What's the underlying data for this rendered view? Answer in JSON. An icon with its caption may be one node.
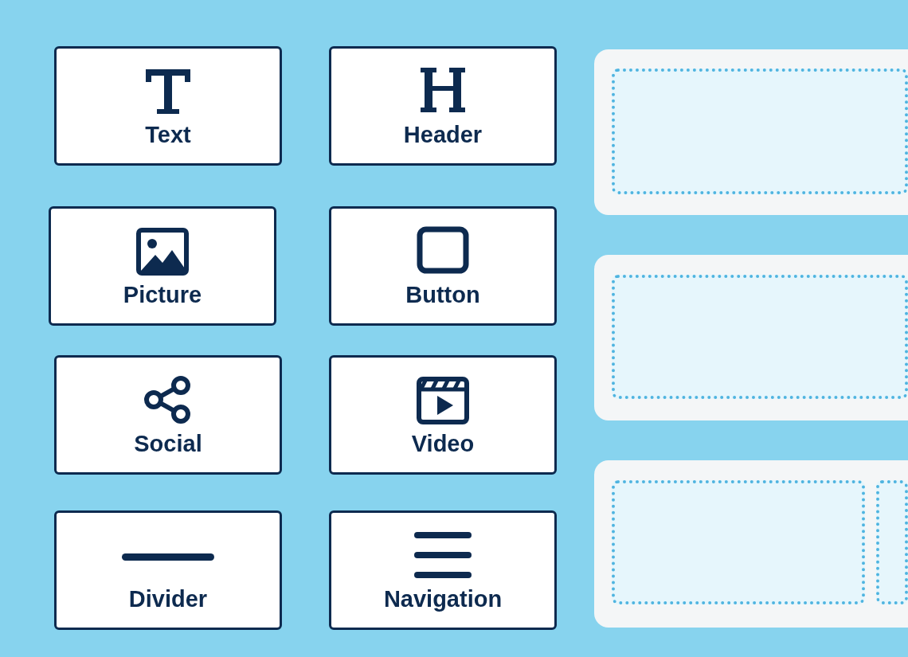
{
  "diagram": {
    "nodes": [
      {
        "text": [
          "Text"
        ]
      },
      {
        "text": [
          "Header"
        ]
      },
      {
        "text": [
          "Picture"
        ]
      },
      {
        "text": [
          "Button"
        ]
      },
      {
        "text": [
          "Social"
        ]
      },
      {
        "text": [
          "Video"
        ]
      },
      {
        "text": [
          "Divider"
        ]
      },
      {
        "text": [
          "Navigation"
        ]
      },
      {
        "text": [],
        "shape": "box"
      },
      {
        "text": [],
        "shape": "box",
        "in": 8
      },
      {
        "text": [],
        "shape": "box"
      },
      {
        "text": [],
        "shape": "box",
        "in": 10
      },
      {
        "text": [],
        "shape": "box"
      },
      {
        "text": [],
        "shape": "box",
        "in": 12
      },
      {
        "text": [],
        "shape": "box",
        "in": 12
      }
    ]
  }
}
